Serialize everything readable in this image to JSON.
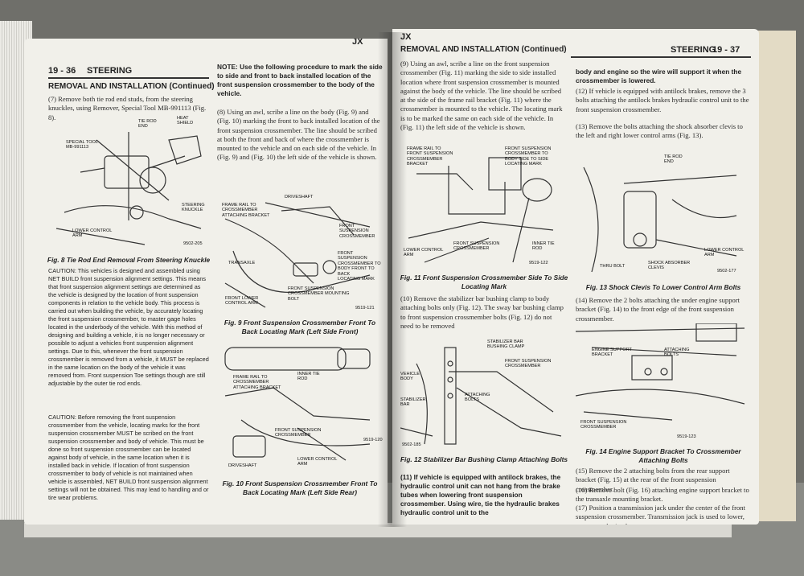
{
  "left_page": {
    "page_number": "19 - 36",
    "section": "STEERING",
    "header_code": "JX",
    "heading": "REMOVAL AND INSTALLATION (Continued)",
    "para7": "(7) Remove both tie rod end studs, from the steering knuckles, using Remover, Special Tool MB-991113 (Fig. 8).",
    "fig8": {
      "labels": [
        "SPECIAL TOOL\nMB-991113",
        "TIE ROD\nEND",
        "HEAT\nSHIELD",
        "STEERING\nKNUCKLE",
        "LOWER CONTROL\nARM",
        "9502-205"
      ],
      "caption": "Fig. 8 Tie Rod End Removal From Steering Knuckle"
    },
    "caution1": "CAUTION: This vehicles is designed and assembled using NET BUILD front suspension alignment settings. This means that front suspension alignment settings are determined as the vehicle is designed by the location of front suspension components in relation to the vehicle body. This process is carried out when building the vehicle, by accurately locating the front suspension crossmember, to master gage holes located in the underbody of the vehicle. With this method of designing and building a vehicle, it is no longer necessary or possible to adjust a vehicles front suspension alignment settings. Due to this, whenever the front suspension crossmember is removed from a vehicle, it MUST be replaced in the same location on the body of the vehicle it was removed from. Front suspension Toe settings though are still adjustable by the outer tie rod ends.",
    "caution2": "CAUTION: Before removing the front suspension crossmember from the vehicle, locating marks for the front suspension crossmember MUST be scribed on the front suspension crossmember and body of vehicle. This must be done so front suspension crossmember can be located against body of vehicle, in the same location when it is installed back in vehicle. If location of front suspension crossmember to body of vehicle is not maintained when vehicle is assembled, NET BUILD front suspension alignment settings will not be obtained. This may lead to handling and or tire wear problems.",
    "note": "NOTE: Use the following procedure to mark the side to side and front to back installed location of the front suspension crossmember to the body of the vehicle.",
    "para8": "(8) Using an awl, scribe a line on the body (Fig. 9) and (Fig. 10) marking the front to back installed location of the front suspension crossmember. The line should be scribed at both the front and back of where the crossmember is mounted to the vehicle and on each side of the vehicle. In (Fig. 9) and (Fig. 10) the left side of the vehicle is shown.",
    "fig9": {
      "labels": [
        "FRAME RAIL TO\nCROSSMEMBER\nATTACHING BRACKET",
        "DRIVESHAFT",
        "FRONT SUSPENSION\nCROSSMEMBER",
        "TRANSAXLE",
        "FRONT SUSPENSION\nCROSSMEMBER TO\nBODY FRONT TO BACK\nLOCATING MARK",
        "FRONT SUSPENSION\nCROSSMEMBER MOUNTING\nBOLT",
        "FRONT LOWER\nCONTROL ARM",
        "9519-121"
      ],
      "caption": "Fig. 9 Front Suspension Crossmember Front To Back Locating Mark (Left Side Front)"
    },
    "fig10": {
      "labels": [
        "FRAME RAIL TO\nCROSSMEMBER\nATTACHING BRACKET",
        "INNER TIE\nROD",
        "FRONT SUSPENSION\nCROSSMEMBER",
        "DRIVESHAFT",
        "LOWER CONTROL\nARM",
        "9519-120"
      ],
      "caption": "Fig. 10 Front Suspension Crossmember Front To Back Locating Mark (Left Side Rear)"
    }
  },
  "right_page": {
    "header_code": "JX",
    "section": "STEERING",
    "page_number": "19 - 37",
    "heading": "REMOVAL AND INSTALLATION (Continued)",
    "para9": "(9) Using an awl, scribe a line on the front suspension crossmember (Fig. 11) marking the side to side installed location where front suspension crossmember is mounted against the body of the vehicle. The line should be scribed at the side of the frame rail bracket (Fig. 11) where the crossmember is mounted to the vehicle. The locating mark is to be marked the same on each side of the vehicle. In (Fig. 11) the left side of the vehicle is shown.",
    "fig11": {
      "labels": [
        "FRAME RAIL TO\nFRONT SUSPENSION\nCROSSMEMBER\nBRACKET",
        "FRONT SUSPENSION\nCROSSMEMBER TO\nBODY SIDE TO SIDE\nLOCATING MARK",
        "LOWER CONTROL\nARM",
        "FRONT SUSPENSION\nCROSSMEMBER",
        "INNER TIE\nROD",
        "9519-122"
      ],
      "caption": "Fig. 11 Front Suspension Crossmember Side To Side Locating Mark"
    },
    "para10": "(10) Remove the stabilizer bar bushing clamp to body attaching bolts only (Fig. 12). The sway bar bushing clamp to front suspension crossmember bolts (Fig. 12) do not need to be removed",
    "fig12": {
      "labels": [
        "STABILIZER BAR\nBUSHING CLAMP",
        "FRONT SUSPENSION\nCROSSMEMBER",
        "VEHICLE\nBODY",
        "STABILIZER\nBAR",
        "ATTACHING\nBOLTS",
        "9502-185"
      ],
      "caption": "Fig. 12 Stabilizer Bar Bushing Clamp Attaching Bolts"
    },
    "para11": "(11) If vehicle is equipped with antilock brakes, the hydraulic control unit can not hang from the brake tubes when lowering front suspension crossmember. Using wire, tie the hydraulic brakes hydraulic control unit to the",
    "para11_cont": "body and engine so the wire will support it when the crossmember is lowered.",
    "para12": "(12) If vehicle is equipped with antilock brakes, remove the 3 bolts attaching the antilock brakes hydraulic control unit to the front suspension crossmember.",
    "para13": "(13) Remove the bolts attaching the shock absorber clevis to the left and right lower control arms (Fig. 13).",
    "fig13": {
      "labels": [
        "TIE ROD\nEND",
        "THRU BOLT",
        "SHOCK ABSORBER\nCLEVIS",
        "LOWER CONTROL\nARM",
        "9502-177"
      ],
      "caption": "Fig. 13 Shock Clevis To Lower Control Arm Bolts"
    },
    "para14": "(14) Remove the 2 bolts attaching the under engine support bracket (Fig. 14) to the front edge of the front suspension crossmember.",
    "fig14": {
      "labels": [
        "ENGINE SUPPORT\nBRACKET",
        "ATTACHING\nBOLTS",
        "FRONT SUSPENSION\nCROSSMEMBER",
        "9519-123"
      ],
      "caption": "Fig. 14 Engine Support Bracket To Crossmember Attaching Bolts"
    },
    "para15": "(15) Remove the 2 attaching bolts from the rear support bracket (Fig. 15) at the rear of the front suspension crossmember.",
    "para16": "(16) Remove bolt (Fig. 16) attaching engine support bracket to the transaxle mounting bracket.",
    "para17": "(17) Position a transmission jack under the center of the front suspension crossmember. Transmission jack is used to lower, support and raise front sus-"
  }
}
